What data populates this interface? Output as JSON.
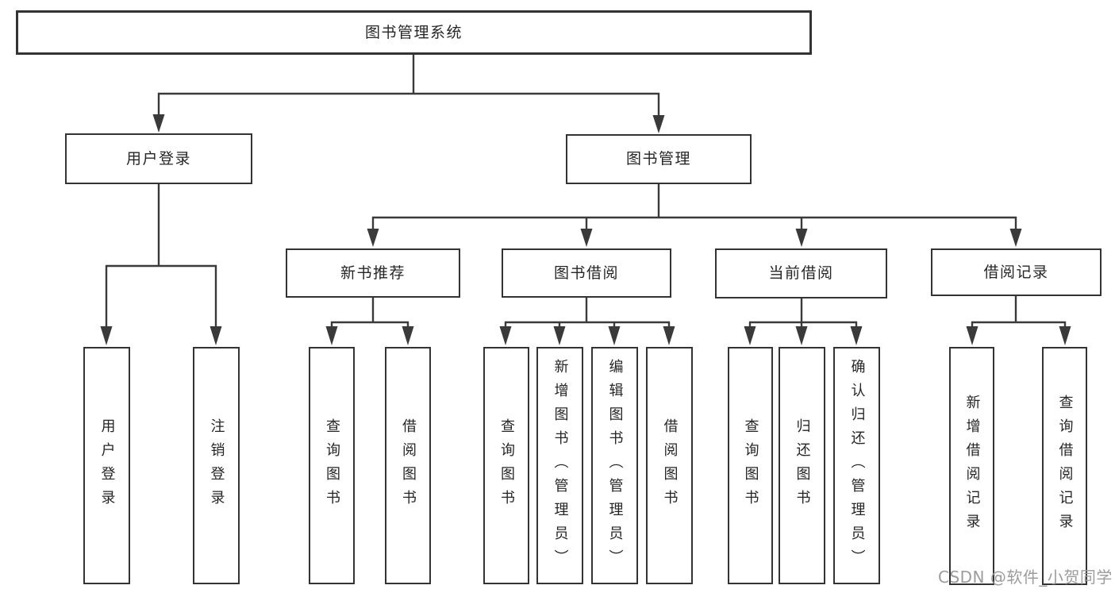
{
  "nodes": {
    "root": "图书管理系统",
    "user_login_branch": "用户登录",
    "book_mgmt_branch": "图书管理",
    "new_book_rec": "新书推荐",
    "book_borrow": "图书借阅",
    "current_borrow": "当前借阅",
    "borrow_records": "借阅记录",
    "leaf_user_login": "用户登录",
    "leaf_logout": "注销登录",
    "leaf_rec_query_books": "查询图书",
    "leaf_rec_borrow_books": "借阅图书",
    "leaf_bb_query_books": "查询图书",
    "leaf_bb_add_books": "新增图书（管理员）",
    "leaf_bb_edit_books": "编辑图书（管理员）",
    "leaf_bb_borrow_books": "借阅图书",
    "leaf_cb_query_books": "查询图书",
    "leaf_cb_return_books": "归还图书",
    "leaf_cb_confirm_return": "确认归还（管理员）",
    "leaf_br_add_record": "新增借阅记录",
    "leaf_br_query_record": "查询借阅记录"
  },
  "watermark": "CSDN @软件_小贺同学",
  "colors": {
    "line": "#3a3a3a",
    "box_border": "#333333",
    "text": "#262626",
    "watermark": "#9c9c9c",
    "background": "#ffffff"
  }
}
